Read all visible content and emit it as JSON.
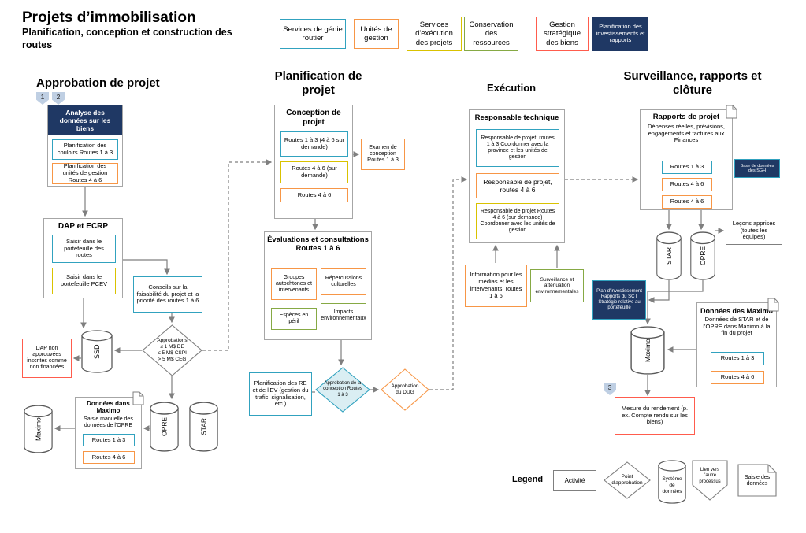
{
  "colors": {
    "teal": "#31A2BF",
    "orange": "#F79646",
    "yellow": "#D9C200",
    "green": "#86A944",
    "red": "#FF5C4D",
    "navy": "#1F3864",
    "arrow_gray": "#7F7F7F"
  },
  "header": {
    "title": "Projets d’immobilisation",
    "subtitle": "Planification, conception et construction des routes"
  },
  "legend_top": {
    "item1": "Services de génie routier",
    "item2": "Unités de gestion",
    "item3": "Services d'exécution des projets",
    "item4": "Conservation des ressources",
    "item5": "Gestion stratégique des biens",
    "item6": "Planification des investissements et rapports"
  },
  "sections": {
    "approbation": "Approbation de projet",
    "planification": "Planification de projet",
    "execution": "Exécution",
    "surveillance": "Surveillance, rapports et clôture"
  },
  "approbation": {
    "badge1": "1",
    "badge2": "2",
    "analyse": {
      "title": "Analyse des données sur les biens",
      "item1": "Planification des couloirs Routes 1 à 3",
      "item2": "Planification des unités de gestion Routes 4 à 6"
    },
    "dap": {
      "title": "DAP et ECRP",
      "item1": "Saisir dans le portefeuille des routes",
      "item2": "Saisir dans le portefeuille PCEV"
    },
    "conseils": "Conseils sur la faisabilité du projet et la priorité des routes 1 à 6",
    "ssd": "SSD",
    "decision": {
      "l1": "Approbations",
      "l2": "≤ 1 M$ DE",
      "l3": "≤ 5 M$ CSPI",
      "l4": "> 5 M$ CEG"
    },
    "rejet": "DAP non approuvées inscrites comme non financées",
    "maximo_box": {
      "title": "Données dans Maximo",
      "subtitle": "Saisie manuelle des données de l'OPRE",
      "item1": "Routes 1 à 3",
      "item2": "Routes 4 à 6"
    },
    "cyl_maximo": "Maximo",
    "cyl_opre": "OPRE",
    "cyl_star": "STAR"
  },
  "planification": {
    "conception": {
      "title": "Conception de projet",
      "item1": "Routes 1 à 3 (4 à 6 sur demande)",
      "item2": "Routes 4 à 6 (sur demande)",
      "item3": "Routes 4 à 6"
    },
    "examen": "Examen de conception Routes 1 à 3",
    "evaluations": {
      "title": "Évaluations et consultations Routes 1 à 6",
      "item1": "Groupes autochtones et intervenants",
      "item2": "Répercussions culturelles",
      "item3": "Espèces en péril",
      "item4": "Impacts environnementaux"
    },
    "planif_re": "Planification des RE et de l'EV (gestion du trafic, signalisation, etc.)",
    "approbation_conception": "Approbation de la conception Routes 1 à 3",
    "approbation_dug": "Approbation du DUG"
  },
  "execution": {
    "responsable": {
      "title": "Responsable technique",
      "item1": "Responsable de projet, routes 1 à 3 Coordonner avec la province et les unités de gestion",
      "item2": "Responsable de projet, routes 4 à 6",
      "item3": "Responsable de projet Routes 4 à 6 (sur demande) Coordonner avec les unités de gestion"
    },
    "information": "Information pour les médias et les intervenants, routes 1 à 6",
    "surveillance_env": "Surveillance et atténuation environnementales"
  },
  "surveillance": {
    "rapports": {
      "title": "Rapports de projet",
      "subtitle": "Dépenses réelles, prévisions, engagements et factures aux Finances",
      "item1": "Routes 1 à 3",
      "item2": "Routes 4 à 6",
      "item3": "Routes 4 à 6"
    },
    "sgh": "Base de données des SGH",
    "lecons": "Leçons apprises (toutes les équipes)",
    "cyl_star": "STAR",
    "cyl_opre": "OPRE",
    "plan": "Plan d'investissement Rapports du SCT Stratégie relative au portefeuille",
    "cyl_maximo": "Maximo",
    "donnees": {
      "title": "Données des Maximo",
      "subtitle": "Données de STAR et de l'OPRE dans Maximo à la fin du projet",
      "item1": "Routes 1 à 3",
      "item2": "Routes 4 à 6"
    },
    "badge3": "3",
    "mesure": "Mesure du rendement (p. ex. Compte rendu sur les biens)"
  },
  "legend_bottom": {
    "label": "Legend",
    "activite": "Activité",
    "point": "Point d'approbation",
    "systeme": "Système de données",
    "lien": "Lien vers l'autre processus",
    "saisie": "Saisie des données"
  }
}
